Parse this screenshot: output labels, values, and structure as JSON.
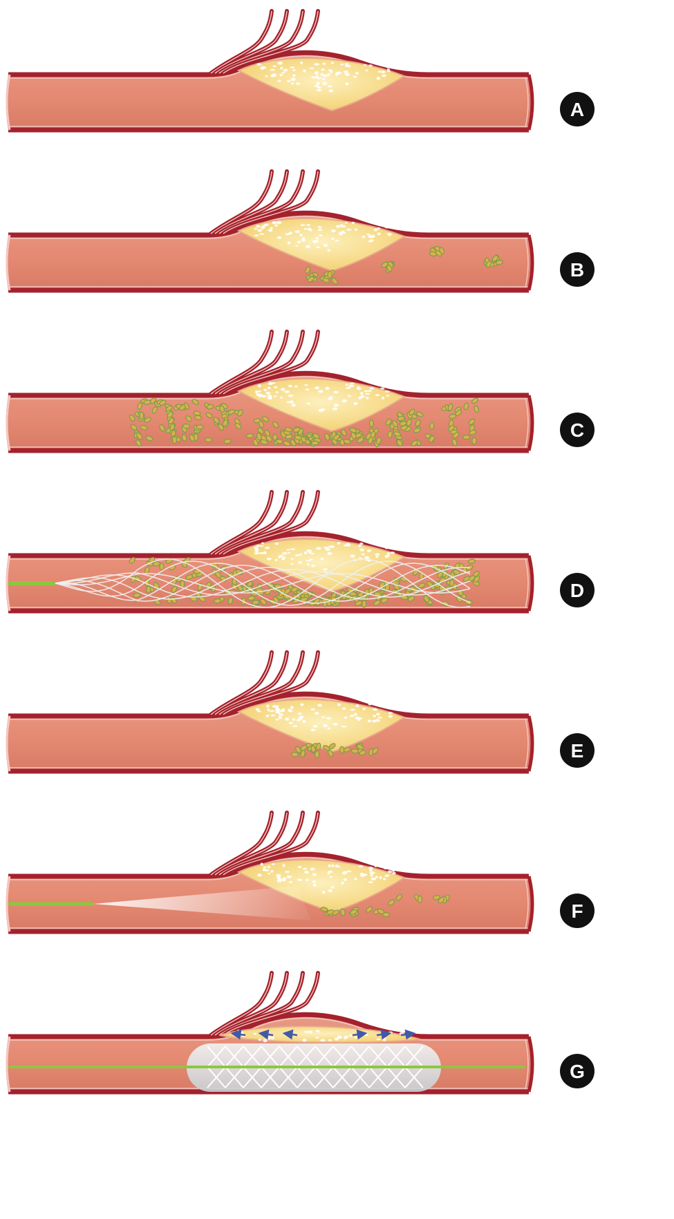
{
  "colors": {
    "page_background": "#ffffff",
    "vessel_wall": "#a3222d",
    "vessel_wall_light": "#f4c8c2",
    "lumen": "#e58a73",
    "lumen_dark": "#d26c58",
    "plaque": "#f7dc86",
    "plaque_edge": "#e7a98c",
    "clot_green": "#7c9b50",
    "clot_yellow": "#d9b24a",
    "wire_green": "#8cc63f",
    "stent_wire": "#ffffff",
    "balloon": "#e3e8ea",
    "arrow_blue": "#4458a8",
    "badge_fill": "#111111",
    "badge_text": "#ffffff"
  },
  "panels": [
    {
      "label": "A",
      "platelets": "none",
      "device": "none"
    },
    {
      "label": "B",
      "platelets": "small_clumps",
      "device": "none"
    },
    {
      "label": "C",
      "platelets": "heavy_thrombus",
      "device": "none"
    },
    {
      "label": "D",
      "platelets": "heavy_thrombus",
      "device": "wire_mesh_retriever"
    },
    {
      "label": "E",
      "platelets": "residual",
      "device": "none"
    },
    {
      "label": "F",
      "platelets": "residual_scattered",
      "device": "light_catheter"
    },
    {
      "label": "G",
      "platelets": "none",
      "device": "stent_balloon"
    }
  ]
}
